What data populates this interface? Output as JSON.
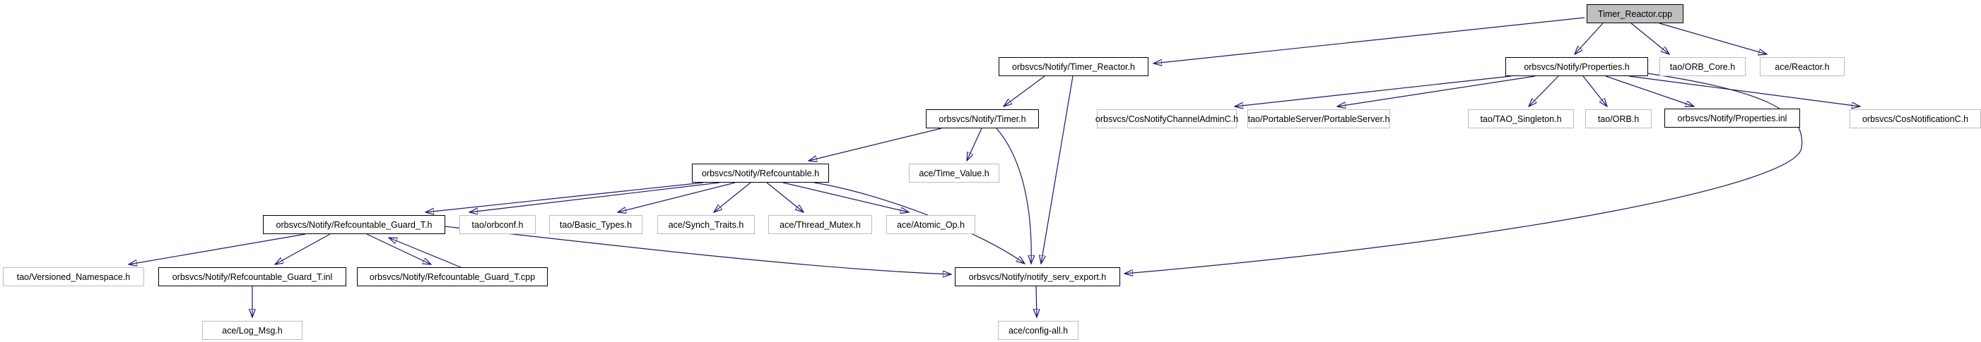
{
  "graph": {
    "type": "include-dependency-graph",
    "root": "Timer_Reactor.cpp",
    "colors": {
      "edge": "#191970",
      "documented_node_border": "#000000",
      "external_node_border": "#bdbdbd",
      "root_node_fill": "#bfbfbf",
      "node_fill": "#ffffff"
    }
  },
  "nodes": {
    "timer_reactor_cpp": {
      "label": "Timer_Reactor.cpp"
    },
    "timer_reactor_h": {
      "label": "orbsvcs/Notify/Timer_Reactor.h"
    },
    "properties_h": {
      "label": "orbsvcs/Notify/Properties.h"
    },
    "orb_core_h": {
      "label": "tao/ORB_Core.h"
    },
    "reactor_h": {
      "label": "ace/Reactor.h"
    },
    "timer_h": {
      "label": "orbsvcs/Notify/Timer.h"
    },
    "cos_notify_channel_admin_c_h": {
      "label": "orbsvcs/CosNotifyChannelAdminC.h"
    },
    "portable_server_h": {
      "label": "tao/PortableServer/PortableServer.h"
    },
    "tao_singleton_h": {
      "label": "tao/TAO_Singleton.h"
    },
    "tao_orb_h": {
      "label": "tao/ORB.h"
    },
    "properties_inl": {
      "label": "orbsvcs/Notify/Properties.inl"
    },
    "cos_notification_c_h": {
      "label": "orbsvcs/CosNotificationC.h"
    },
    "refcountable_h": {
      "label": "orbsvcs/Notify/Refcountable.h"
    },
    "time_value_h": {
      "label": "ace/Time_Value.h"
    },
    "refcountable_guard_t_h": {
      "label": "orbsvcs/Notify/Refcountable_Guard_T.h"
    },
    "orbconf_h": {
      "label": "tao/orbconf.h"
    },
    "basic_types_h": {
      "label": "tao/Basic_Types.h"
    },
    "synch_traits_h": {
      "label": "ace/Synch_Traits.h"
    },
    "thread_mutex_h": {
      "label": "ace/Thread_Mutex.h"
    },
    "atomic_op_h": {
      "label": "ace/Atomic_Op.h"
    },
    "versioned_namespace_h": {
      "label": "tao/Versioned_Namespace.h"
    },
    "refcountable_guard_t_inl": {
      "label": "orbsvcs/Notify/Refcountable_Guard_T.inl"
    },
    "refcountable_guard_t_cpp": {
      "label": "orbsvcs/Notify/Refcountable_Guard_T.cpp"
    },
    "notify_serv_export_h": {
      "label": "orbsvcs/Notify/notify_serv_export.h"
    },
    "log_msg_h": {
      "label": "ace/Log_Msg.h"
    },
    "config_all_h": {
      "label": "ace/config-all.h"
    }
  },
  "edges": [
    {
      "from": "timer_reactor_cpp",
      "to": "timer_reactor_h"
    },
    {
      "from": "timer_reactor_cpp",
      "to": "properties_h"
    },
    {
      "from": "timer_reactor_cpp",
      "to": "orb_core_h"
    },
    {
      "from": "timer_reactor_cpp",
      "to": "reactor_h"
    },
    {
      "from": "timer_reactor_h",
      "to": "timer_h"
    },
    {
      "from": "timer_reactor_h",
      "to": "notify_serv_export_h"
    },
    {
      "from": "timer_h",
      "to": "refcountable_h"
    },
    {
      "from": "timer_h",
      "to": "time_value_h"
    },
    {
      "from": "timer_h",
      "to": "notify_serv_export_h"
    },
    {
      "from": "refcountable_h",
      "to": "refcountable_guard_t_h"
    },
    {
      "from": "refcountable_h",
      "to": "orbconf_h"
    },
    {
      "from": "refcountable_h",
      "to": "basic_types_h"
    },
    {
      "from": "refcountable_h",
      "to": "synch_traits_h"
    },
    {
      "from": "refcountable_h",
      "to": "thread_mutex_h"
    },
    {
      "from": "refcountable_h",
      "to": "atomic_op_h"
    },
    {
      "from": "refcountable_h",
      "to": "notify_serv_export_h"
    },
    {
      "from": "refcountable_guard_t_h",
      "to": "versioned_namespace_h"
    },
    {
      "from": "refcountable_guard_t_h",
      "to": "refcountable_guard_t_inl"
    },
    {
      "from": "refcountable_guard_t_h",
      "to": "refcountable_guard_t_cpp"
    },
    {
      "from": "refcountable_guard_t_cpp",
      "to": "refcountable_guard_t_h"
    },
    {
      "from": "refcountable_guard_t_h",
      "to": "notify_serv_export_h"
    },
    {
      "from": "refcountable_guard_t_inl",
      "to": "log_msg_h"
    },
    {
      "from": "notify_serv_export_h",
      "to": "config_all_h"
    },
    {
      "from": "properties_h",
      "to": "cos_notify_channel_admin_c_h"
    },
    {
      "from": "properties_h",
      "to": "portable_server_h"
    },
    {
      "from": "properties_h",
      "to": "tao_singleton_h"
    },
    {
      "from": "properties_h",
      "to": "tao_orb_h"
    },
    {
      "from": "properties_h",
      "to": "properties_inl"
    },
    {
      "from": "properties_h",
      "to": "cos_notification_c_h"
    },
    {
      "from": "properties_h",
      "to": "notify_serv_export_h"
    }
  ]
}
